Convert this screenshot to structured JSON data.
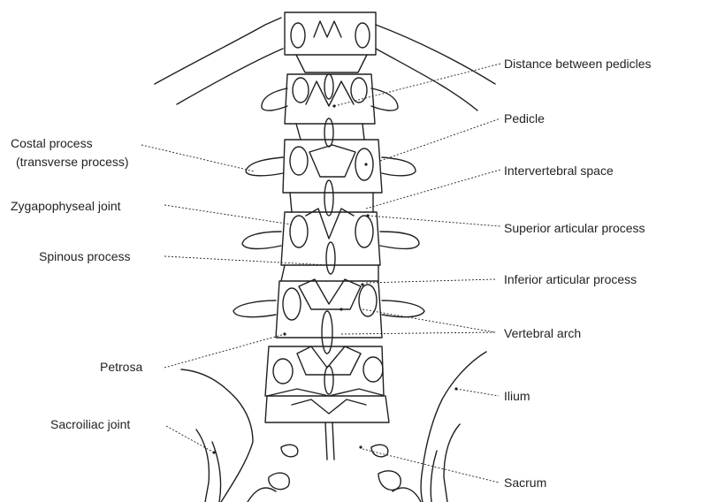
{
  "labels": {
    "distance_between_pedicles": "Distance between pedicles",
    "pedicle": "Pedicle",
    "intervertebral_space": "Intervertebral space",
    "superior_articular_process": "Superior articular process",
    "inferior_articular_process": "Inferior articular process",
    "vertebral_arch": "Vertebral arch",
    "ilium": "Ilium",
    "sacrum": "Sacrum",
    "costal_process_line1": "Costal process",
    "costal_process_line2": "(transverse process)",
    "zygapophyseal_joint": "Zygapophyseal joint",
    "spinous_process": "Spinous process",
    "petrosa": "Petrosa",
    "sacroiliac_joint": "Sacroiliac joint"
  },
  "colors": {
    "ink": "#231f20",
    "background": "#ffffff"
  }
}
